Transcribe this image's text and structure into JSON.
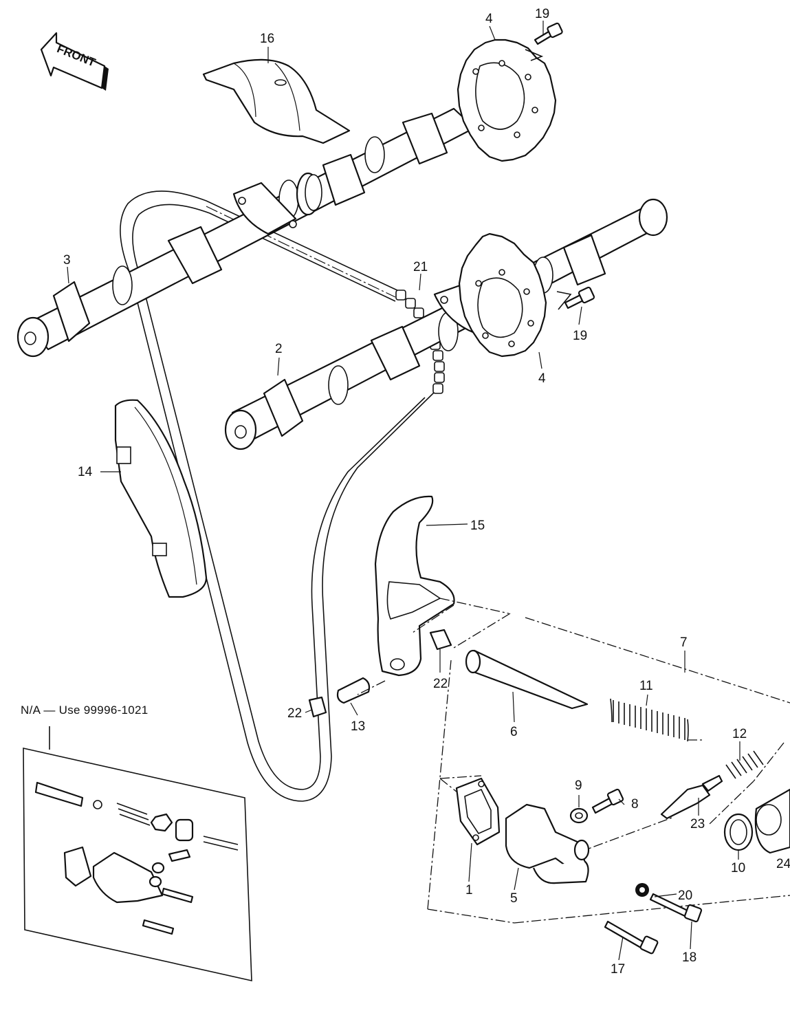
{
  "diagram": {
    "front_arrow_text": "FRONT",
    "note": "N/A — Use 99996-1021",
    "callouts": [
      {
        "id": "c1",
        "text": "1"
      },
      {
        "id": "c2",
        "text": "2"
      },
      {
        "id": "c3",
        "text": "3"
      },
      {
        "id": "c4a",
        "text": "4"
      },
      {
        "id": "c4b",
        "text": "4"
      },
      {
        "id": "c5",
        "text": "5"
      },
      {
        "id": "c6",
        "text": "6"
      },
      {
        "id": "c7",
        "text": "7"
      },
      {
        "id": "c8",
        "text": "8"
      },
      {
        "id": "c9",
        "text": "9"
      },
      {
        "id": "c10",
        "text": "10"
      },
      {
        "id": "c11",
        "text": "11"
      },
      {
        "id": "c12",
        "text": "12"
      },
      {
        "id": "c13",
        "text": "13"
      },
      {
        "id": "c14",
        "text": "14"
      },
      {
        "id": "c15",
        "text": "15"
      },
      {
        "id": "c16",
        "text": "16"
      },
      {
        "id": "c17",
        "text": "17"
      },
      {
        "id": "c18",
        "text": "18"
      },
      {
        "id": "c19a",
        "text": "19"
      },
      {
        "id": "c19b",
        "text": "19"
      },
      {
        "id": "c20",
        "text": "20"
      },
      {
        "id": "c21",
        "text": "21"
      },
      {
        "id": "c22a",
        "text": "22"
      },
      {
        "id": "c22b",
        "text": "22"
      },
      {
        "id": "c23",
        "text": "23"
      },
      {
        "id": "c24",
        "text": "24"
      }
    ]
  }
}
